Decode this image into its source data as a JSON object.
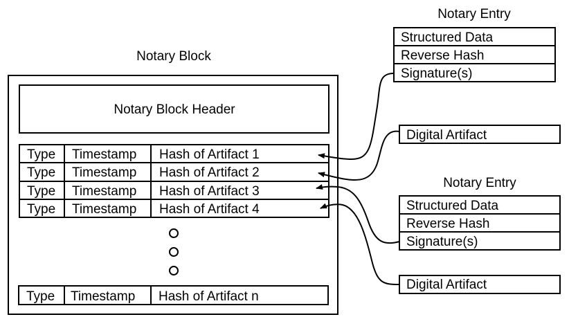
{
  "block": {
    "title": "Notary Block",
    "header": "Notary Block Header",
    "rows": [
      {
        "type": "Type",
        "timestamp": "Timestamp",
        "hash": "Hash of Artifact 1"
      },
      {
        "type": "Type",
        "timestamp": "Timestamp",
        "hash": "Hash of Artifact 2"
      },
      {
        "type": "Type",
        "timestamp": "Timestamp",
        "hash": "Hash of Artifact 3"
      },
      {
        "type": "Type",
        "timestamp": "Timestamp",
        "hash": "Hash of Artifact 4"
      }
    ],
    "last_row": {
      "type": "Type",
      "timestamp": "Timestamp",
      "hash": "Hash of Artifact n"
    }
  },
  "entry1": {
    "title": "Notary Entry",
    "fields": [
      "Structured Data",
      "Reverse Hash",
      "Signature(s)"
    ]
  },
  "artifact1": {
    "label": "Digital Artifact"
  },
  "entry2": {
    "title": "Notary Entry",
    "fields": [
      "Structured Data",
      "Reverse Hash",
      "Signature(s)"
    ]
  },
  "artifact2": {
    "label": "Digital Artifact"
  },
  "colors": {
    "stroke": "#000000",
    "background": "#ffffff"
  }
}
